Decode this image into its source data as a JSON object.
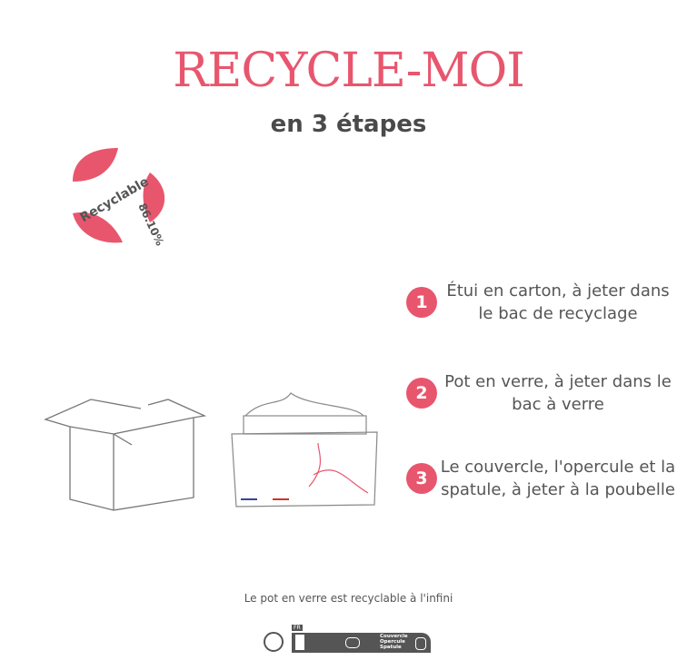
{
  "title": "RECYCLE-MOI",
  "subtitle": "en 3 étapes",
  "badge": {
    "label": "Recyclable",
    "percent": "86.10%"
  },
  "steps": [
    {
      "num": "1",
      "text": "Étui en carton, à jeter dans le bac de recyclage"
    },
    {
      "num": "2",
      "text": "Pot en verre, à jeter dans le bac à verre"
    },
    {
      "num": "3",
      "text": "Le couvercle, l'opercule et la spatule, à jeter à la poubelle"
    }
  ],
  "footer": "Le pot en verre est recyclable à l'infini",
  "triman": {
    "country": "FR",
    "waste_text": "Couvercle Opercule Spatule"
  },
  "accent": "#e8566e"
}
